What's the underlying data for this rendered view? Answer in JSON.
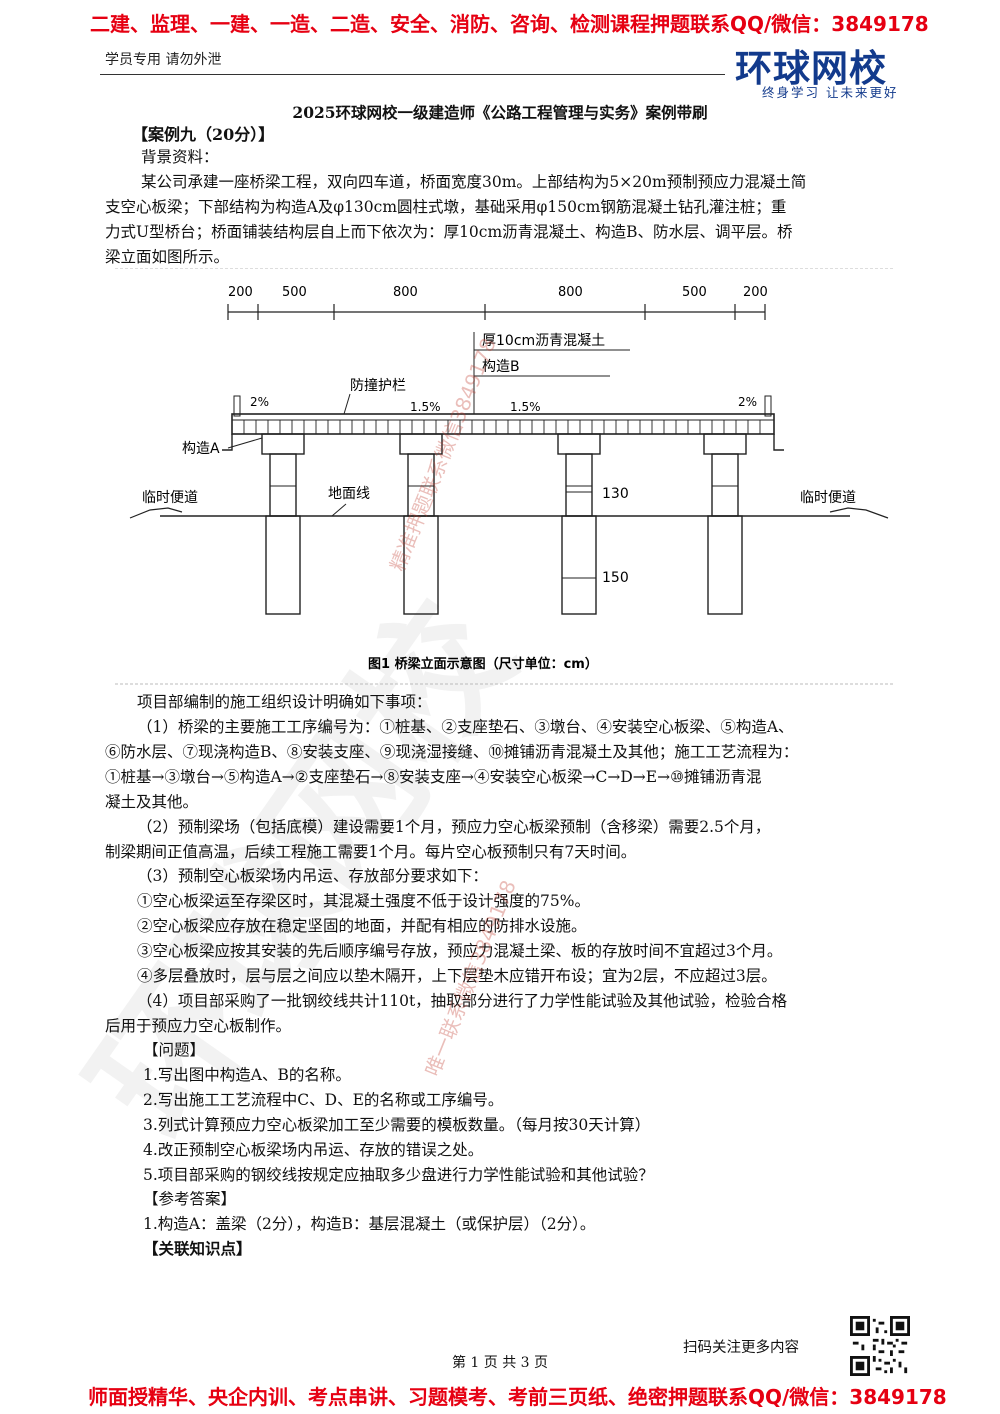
{
  "banner_top": "二建、监理、一建、一造、二造、安全、消防、咨询、检测课程押题联系QQ/微信：3849178",
  "header": {
    "left_note": "学员专用 请勿外泄",
    "logo_main": "环球网校",
    "logo_sub": "终身学习 让未来更好"
  },
  "doc_title": "2025环球网校一级建造师《公路工程管理与实务》案例带刷",
  "case_title": "【案例九（20分）】",
  "background_label": "背景资料：",
  "background_lines": [
    "某公司承建一座桥梁工程，双向四车道，桥面宽度30m。上部结构为5×20m预制预应力混凝土简",
    "支空心板梁；下部结构为构造A及φ130cm圆柱式墩，基础采用φ150cm钢筋混凝土钻孔灌注桩；重",
    "力式U型桥台；桥面铺装结构层自上而下依次为：厚10cm沥青混凝土、构造B、防水层、调平层。桥",
    "梁立面如图所示。"
  ],
  "figure": {
    "dims": [
      "200",
      "500",
      "800",
      "800",
      "500",
      "200"
    ],
    "label_asphalt": "厚10cm沥青混凝土",
    "label_b": "构造B",
    "label_guard": "防撞护栏",
    "label_a": "构造A",
    "slope_left": "2%",
    "slope_mid_left": "1.5%",
    "slope_mid_right": "1.5%",
    "slope_right": "2%",
    "label_road_left": "临时便道",
    "label_road_right": "临时便道",
    "label_ground": "地面线",
    "label_130": "130",
    "label_150": "150",
    "caption": "图1 桥梁立面示意图（尺寸单位：cm）"
  },
  "body_lines": [
    {
      "t": "项目部编制的施工组织设计明确如下事项：",
      "ind": true
    },
    {
      "t": "（1）桥梁的主要施工工序编号为：①桩基、②支座垫石、③墩台、④安装空心板梁、⑤构造A、",
      "ind": true
    },
    {
      "t": "⑥防水层、⑦现浇构造B、⑧安装支座、⑨现浇湿接缝、⑩摊铺沥青混凝土及其他；施工工艺流程为：",
      "ind": false
    },
    {
      "t": "①桩基→③墩台→⑤构造A→②支座垫石→⑧安装支座→④安装空心板梁→C→D→E→⑩摊铺沥青混",
      "ind": false
    },
    {
      "t": "凝土及其他。",
      "ind": false
    },
    {
      "t": "（2）预制梁场（包括底模）建设需要1个月，预应力空心板梁预制（含移梁）需要2.5个月，",
      "ind": true
    },
    {
      "t": "制梁期间正值高温，后续工程施工需要1个月。每片空心板预制只有7天时间。",
      "ind": false
    },
    {
      "t": "（3）预制空心板梁场内吊运、存放部分要求如下：",
      "ind": true
    },
    {
      "t": "①空心板梁运至存梁区时，其混凝土强度不低于设计强度的75%。",
      "ind": true
    },
    {
      "t": "②空心板梁应存放在稳定坚固的地面，并配有相应的防排水设施。",
      "ind": true
    },
    {
      "t": "③空心板梁应按其安装的先后顺序编号存放，预应力混凝土梁、板的存放时间不宜超过3个月。",
      "ind": true
    },
    {
      "t": "④多层叠放时，层与层之间应以垫木隔开，上下层垫木应错开布设；宜为2层，不应超过3层。",
      "ind": true
    },
    {
      "t": "（4）项目部采购了一批钢绞线共计110t，抽取部分进行了力学性能试验及其他试验，检验合格",
      "ind": true
    },
    {
      "t": "后用于预应力空心板制作。",
      "ind": false
    }
  ],
  "questions_label": "【问题】",
  "questions": [
    "1.写出图中构造A、B的名称。",
    "2.写出施工工艺流程中C、D、E的名称或工序编号。",
    "3.列式计算预应力空心板梁加工至少需要的模板数量。（每月按30天计算）",
    "4.改正预制空心板梁场内吊运、存放的错误之处。",
    "5.项目部采购的钢绞线按规定应抽取多少盘进行力学性能试验和其他试验？"
  ],
  "answer_label": "【参考答案】",
  "answer_1": "1.构造A：盖梁（2分），构造B：基层混凝土（或保护层）（2分）。",
  "knowledge_label": "【关联知识点】",
  "footer": {
    "scan_note": "扫码关注更多内容",
    "page_number": "第 1 页 共 3 页"
  },
  "banner_bottom": "师面授精华、央企内训、考点串讲、习题模考、考前三页纸、绝密押题联系QQ/微信：3849178",
  "watermarks": [
    "精准押题联系微信3849178",
    "唯一联系微信3849178",
    "环球网校"
  ],
  "colors": {
    "banner_red": "#e60012",
    "logo_blue": "#123a8c"
  }
}
